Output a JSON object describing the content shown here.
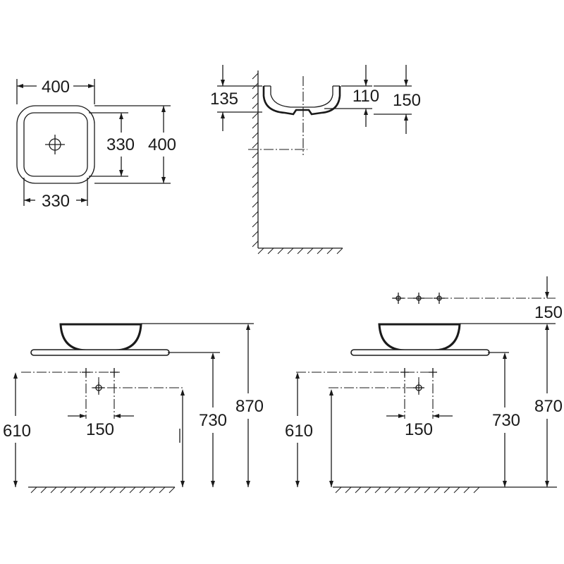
{
  "top_view": {
    "outer_width": "400",
    "inner_width": "330",
    "inner_depth": "330",
    "outer_depth": "400"
  },
  "side_section": {
    "wall_offset": "135",
    "bowl_inner_height": "110",
    "bowl_outer_height": "150"
  },
  "front_deck_tap": {
    "counter_height": "730",
    "rim_height": "870",
    "drain_height": "610",
    "fixing_spacing": "150"
  },
  "front_wall_tap": {
    "counter_height": "730",
    "rim_height": "870",
    "drain_height": "610",
    "fixing_spacing": "150",
    "tap_above_rim": "150"
  }
}
